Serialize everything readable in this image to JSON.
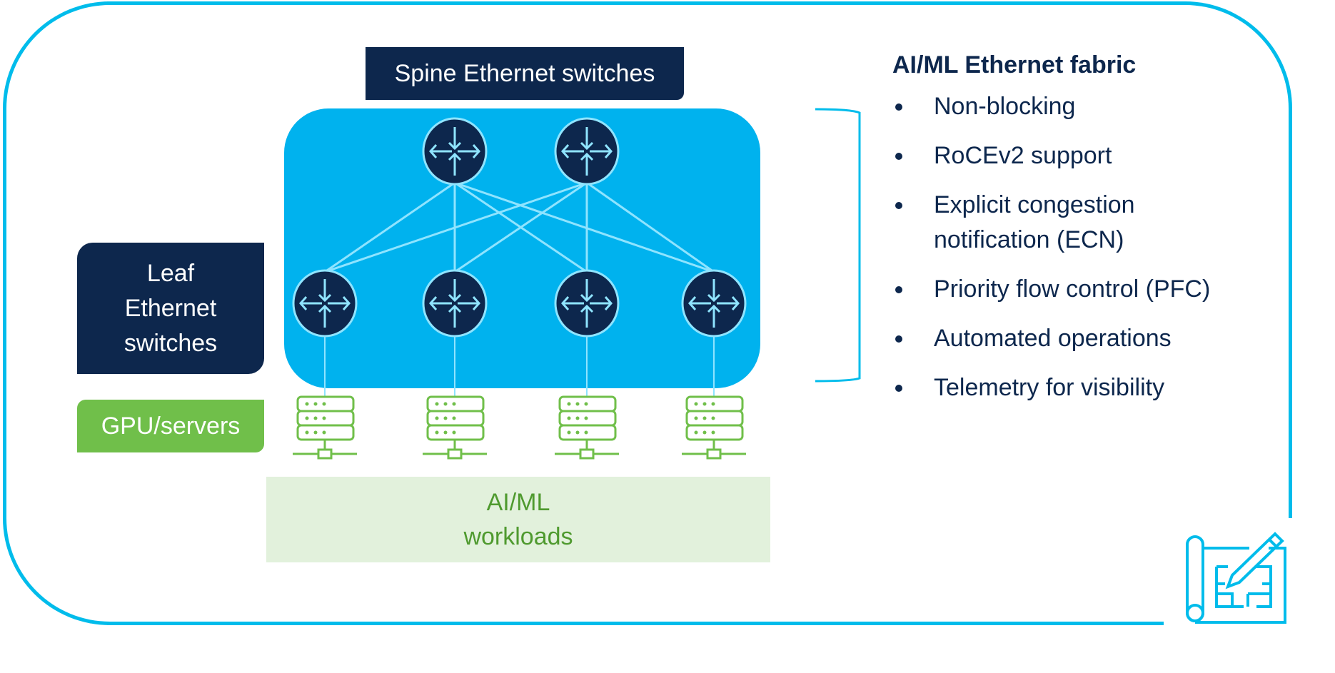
{
  "diagram": {
    "spine_label": "Spine Ethernet switches",
    "leaf_label_lines": [
      "Leaf",
      "Ethernet",
      "switches"
    ],
    "gpu_label": "GPU/servers",
    "workloads_lines": [
      "AI/ML",
      "workloads"
    ],
    "spine_switch_count": 2,
    "leaf_switch_count": 4,
    "server_count": 4,
    "icons": {
      "switch": "switch-router-icon",
      "server": "server-rack-icon",
      "blueprint": "blueprint-pencil-icon"
    },
    "colors": {
      "frame": "#00bceb",
      "fabric": "#00b2ee",
      "navy": "#0d274d",
      "link": "#8fe4ff",
      "green": "#70bf4a",
      "workload_bg": "#e2f1dc",
      "workload_text": "#4f9a2f"
    }
  },
  "features": {
    "title": "AI/ML Ethernet fabric",
    "items": [
      {
        "lines": [
          "Non-blocking"
        ]
      },
      {
        "lines": [
          "RoCEv2 support"
        ]
      },
      {
        "lines": [
          "Explicit congestion",
          "notification (ECN)"
        ]
      },
      {
        "lines": [
          "Priority flow control (PFC)"
        ]
      },
      {
        "lines": [
          "Automated operations"
        ]
      },
      {
        "lines": [
          "Telemetry for visibility"
        ]
      }
    ]
  }
}
